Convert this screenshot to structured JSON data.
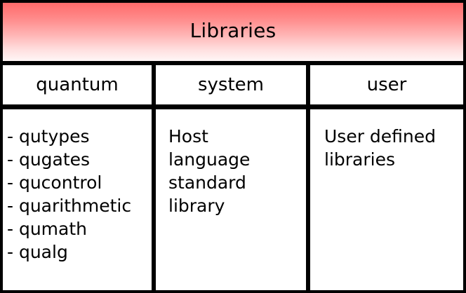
{
  "diagram": {
    "title": "Libraries",
    "title_band": {
      "gradient_top_color": "#ff6a6a",
      "gradient_bottom_color": "#fff6f6"
    },
    "border_color": "#000000",
    "background_color": "#ffffff",
    "columns": [
      {
        "header": "quantum",
        "kind": "list",
        "items": [
          "- qutypes",
          "- qugates",
          "- qucontrol",
          "- quarithmetic",
          "- qumath",
          "- qualg"
        ]
      },
      {
        "header": "system",
        "kind": "text",
        "text": "Host language standard library"
      },
      {
        "header": "user",
        "kind": "text",
        "text": "User defined libraries"
      }
    ]
  }
}
